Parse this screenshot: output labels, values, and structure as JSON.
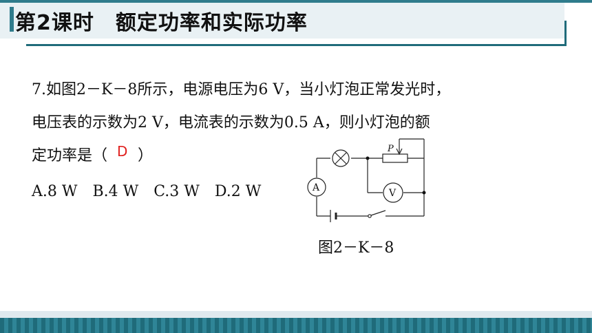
{
  "title": "第2课时　额定功率和实际功率",
  "question": {
    "line1": "7.如图2－K－8所示，电源电压为6 V，当小灯泡正常发光时，",
    "line2": "电压表的示数为2 V，电流表的示数为0.5 A，则小灯泡的额",
    "line3": "定功率是（　　）",
    "answer": "D",
    "options": "A.8 W　B.4 W　C.3 W　D.2 W"
  },
  "figure": {
    "caption": "图2－K－8",
    "ammeter_label": "A",
    "voltmeter_label": "V",
    "slider_label": "P"
  }
}
